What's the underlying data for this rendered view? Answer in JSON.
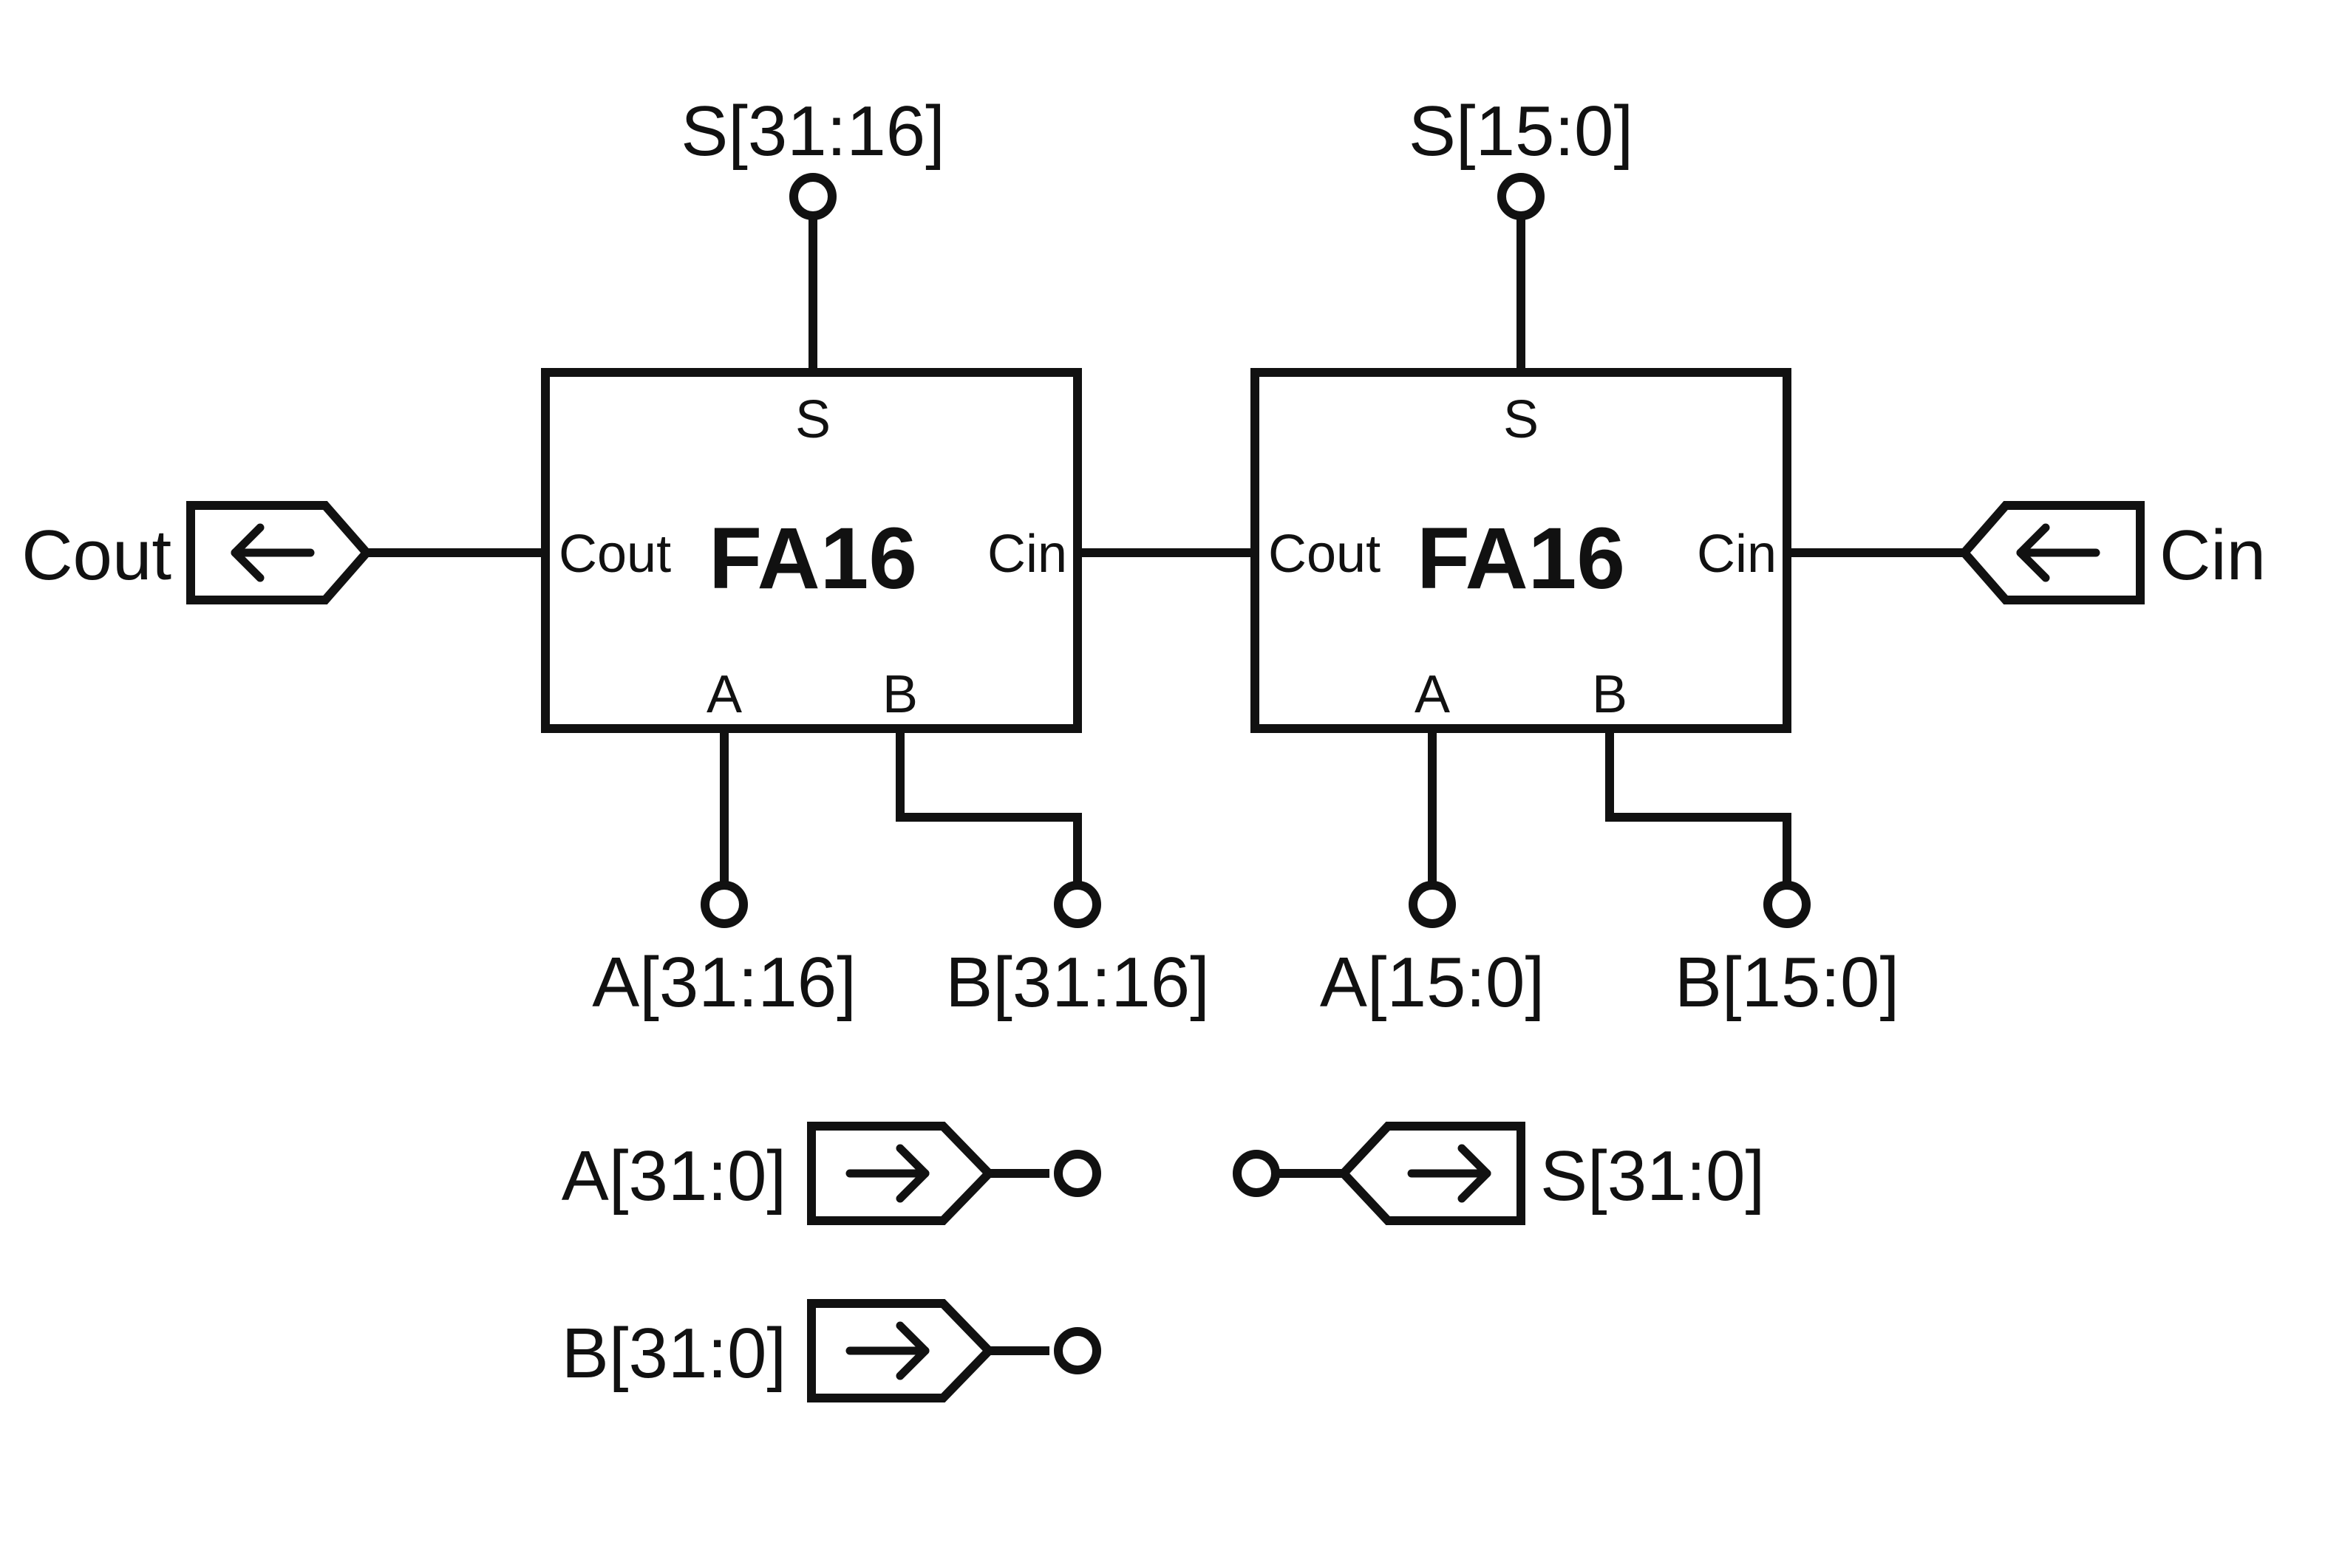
{
  "blocks": [
    {
      "name": "FA16",
      "pins": {
        "s": "S",
        "cout": "Cout",
        "cin": "Cin",
        "a": "A",
        "b": "B"
      }
    },
    {
      "name": "FA16",
      "pins": {
        "s": "S",
        "cout": "Cout",
        "cin": "Cin",
        "a": "A",
        "b": "B"
      }
    }
  ],
  "nets": {
    "s_hi": "S[31:16]",
    "s_lo": "S[15:0]",
    "a_hi": "A[31:16]",
    "b_hi": "B[31:16]",
    "a_lo": "A[15:0]",
    "b_lo": "B[15:0]"
  },
  "ports": {
    "cout": "Cout",
    "cin": "Cin",
    "a_in": "A[31:0]",
    "b_in": "B[31:0]",
    "s_out": "S[31:0]"
  },
  "colors": {
    "ink": "#111111",
    "background": "#ffffff"
  }
}
